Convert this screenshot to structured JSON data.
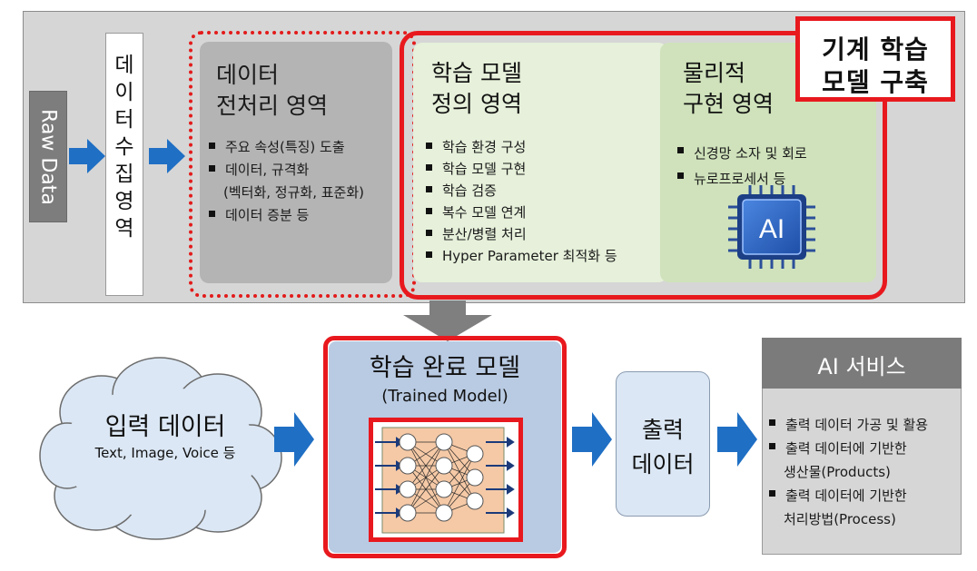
{
  "raw_data": "Raw Data",
  "collect": [
    "데",
    "이",
    "터",
    "수",
    "집",
    "영",
    "역"
  ],
  "prep": {
    "title": [
      "데이터",
      "전처리 영역"
    ],
    "bullets": [
      "주요 속성(특징) 도출",
      "데이터, 규격화"
    ],
    "bullet_cont": "(벡터화, 정규화, 표준화)",
    "bullet_last": "데이터 증분 등"
  },
  "ml_def": {
    "title": [
      "학습 모델",
      "정의 영역"
    ],
    "bullets": [
      "학습 환경 구성",
      "학습 모델 구현",
      "학습 검증",
      "복수 모델 연계",
      "분산/병렬 처리",
      "Hyper Parameter 최적화 등"
    ]
  },
  "phys": {
    "title": [
      "물리적",
      "구현 영역"
    ],
    "bullets": [
      "신경망 소자 및 회로",
      "뉴로프로세서 등"
    ],
    "chip_label": "AI"
  },
  "build": [
    "기계  학습",
    "모델  구축"
  ],
  "input": {
    "title": "입력 데이터",
    "sub": "Text, Image, Voice 등"
  },
  "trained": {
    "title": "학습 완료 모델",
    "sub": "(Trained Model)"
  },
  "output": [
    "출력",
    "데이터"
  ],
  "service": {
    "title": "AI 서비스",
    "items": [
      [
        "출력 데이터 가공 및 활용"
      ],
      [
        "출력 데이터에 기반한",
        "생산물(Products)"
      ],
      [
        "출력 데이터에 기반한",
        "처리방법(Process)"
      ]
    ]
  },
  "colors": {
    "red": "#e8191e",
    "arrow_blue": "#1f6fc4",
    "gray_arrow": "#7f7f7f",
    "chip_blue": "#2f69c9"
  }
}
